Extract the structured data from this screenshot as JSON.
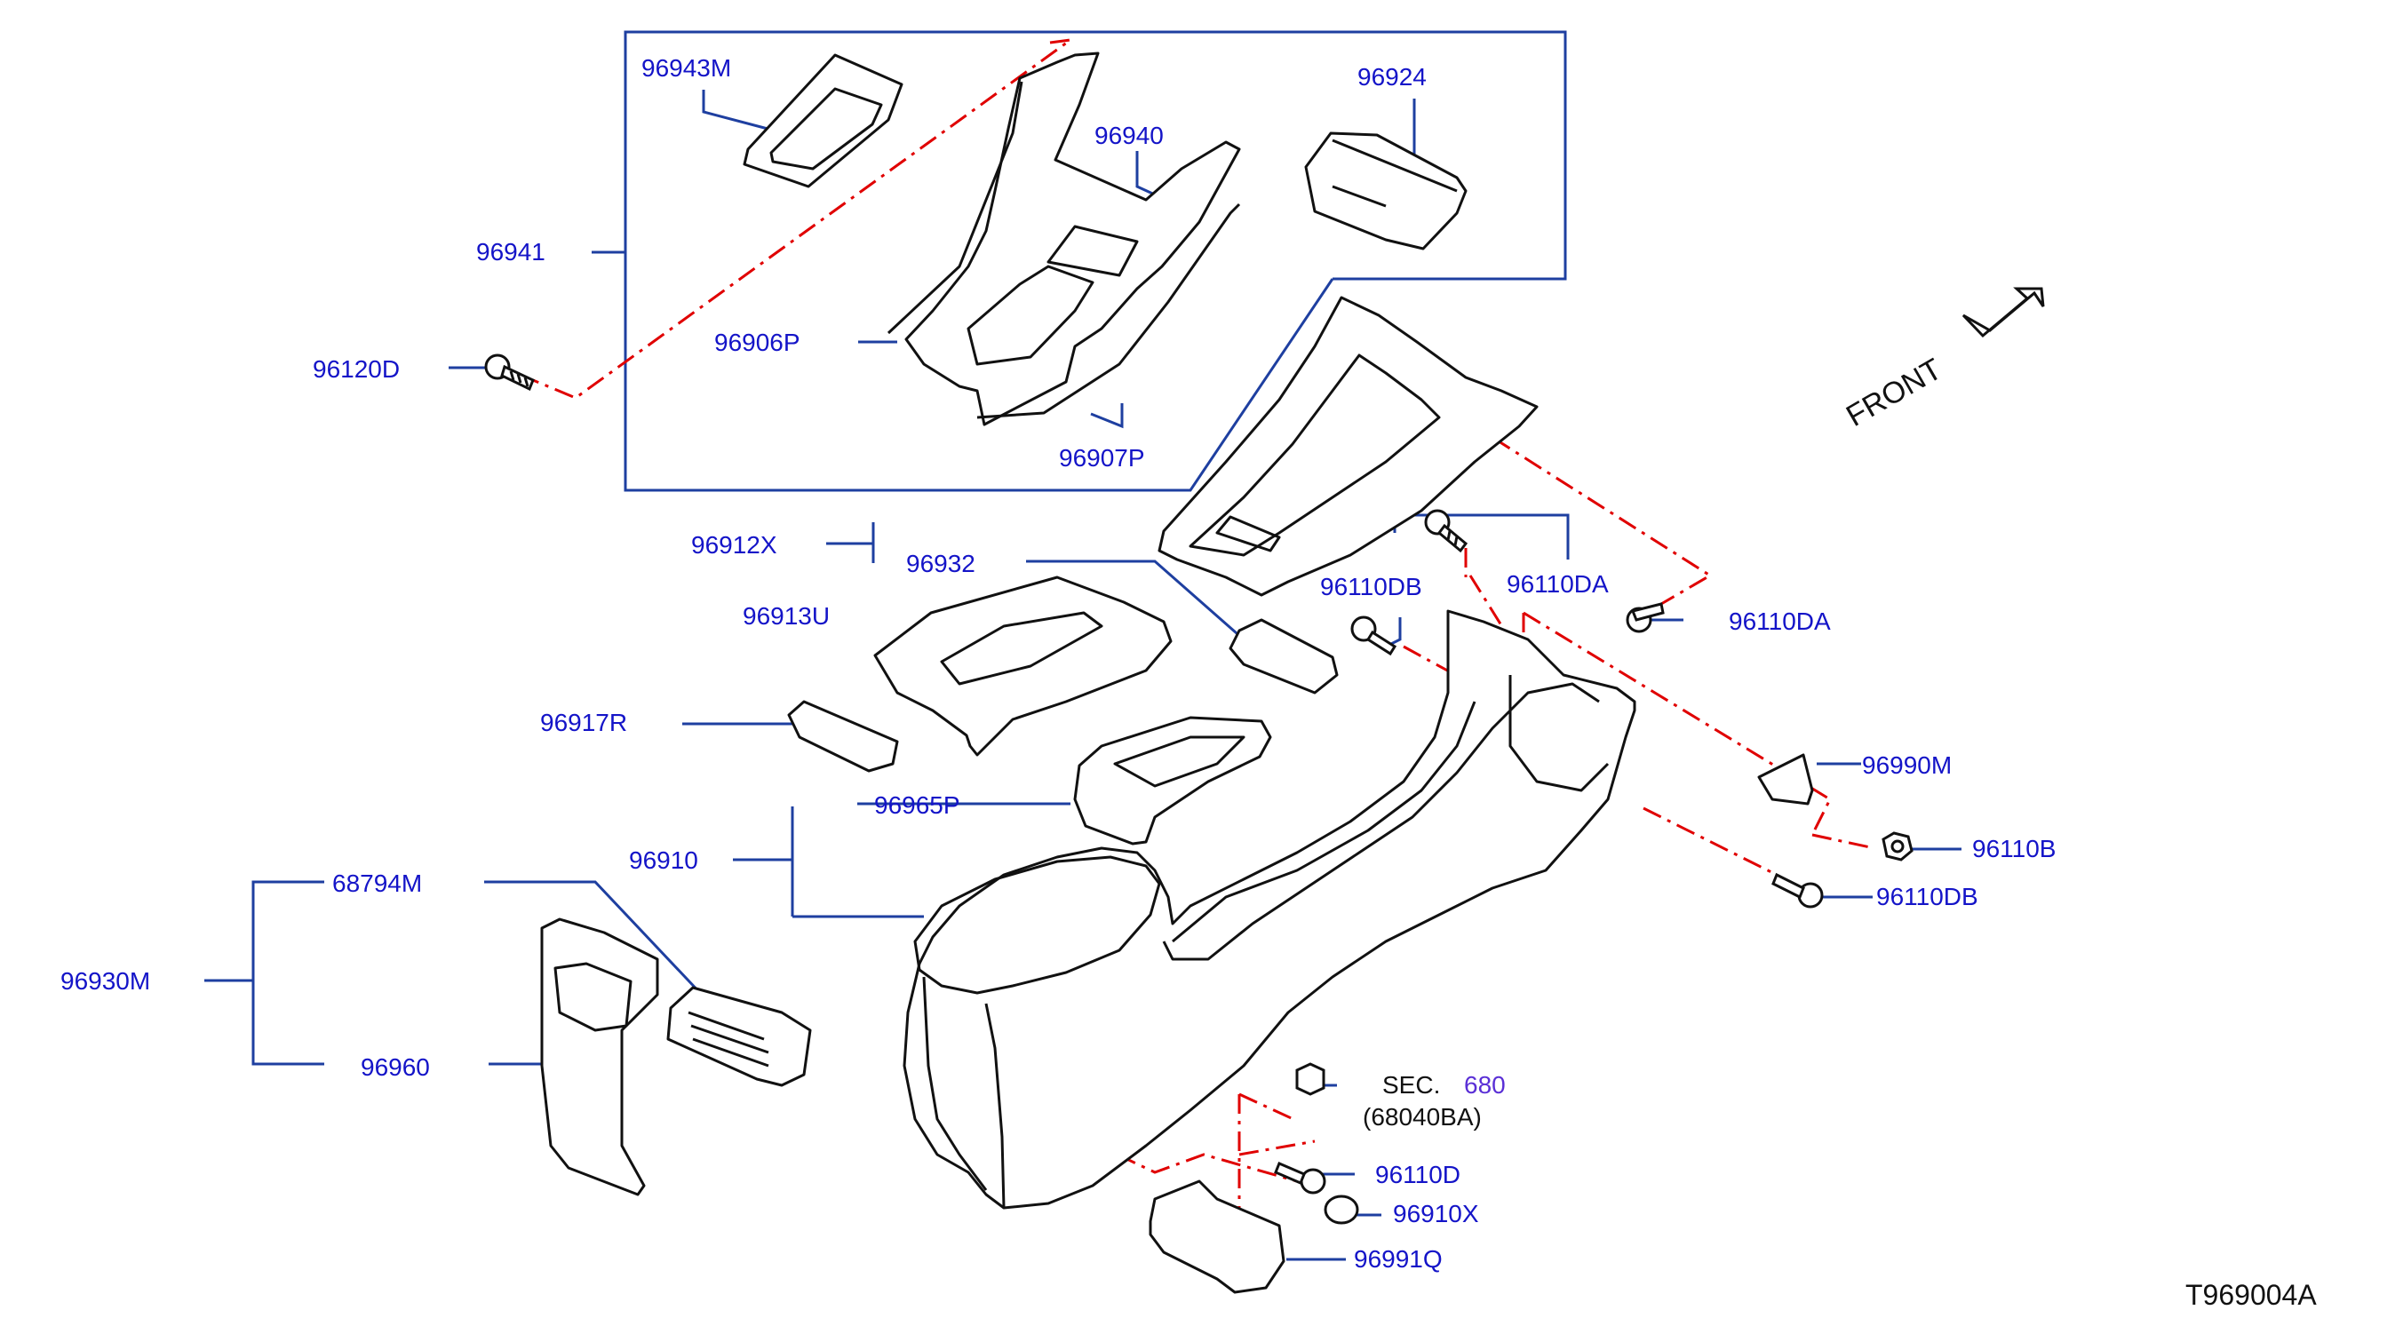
{
  "diagram": {
    "front_label": "FRONT",
    "reference_code": "T969004A",
    "section": {
      "prefix": "SEC.",
      "number": "680",
      "sub": "(68040BA)"
    },
    "callouts": [
      "96943M",
      "96924",
      "96940",
      "96941",
      "96906P",
      "96120D",
      "96907P",
      "96912X",
      "96932",
      "96110DB",
      "96110DA",
      "96110DA",
      "96913U",
      "96917R",
      "96990M",
      "96965P",
      "96110B",
      "96910",
      "96110DB",
      "68794M",
      "96930M",
      "96960",
      "96110D",
      "96910X",
      "96991Q"
    ]
  },
  "colors": {
    "callout_text": "#1414c8",
    "leader_line": "#1e3fa0",
    "dash_line": "#e00000",
    "part_outline": "#111111",
    "section_number": "#5a2fd6"
  }
}
